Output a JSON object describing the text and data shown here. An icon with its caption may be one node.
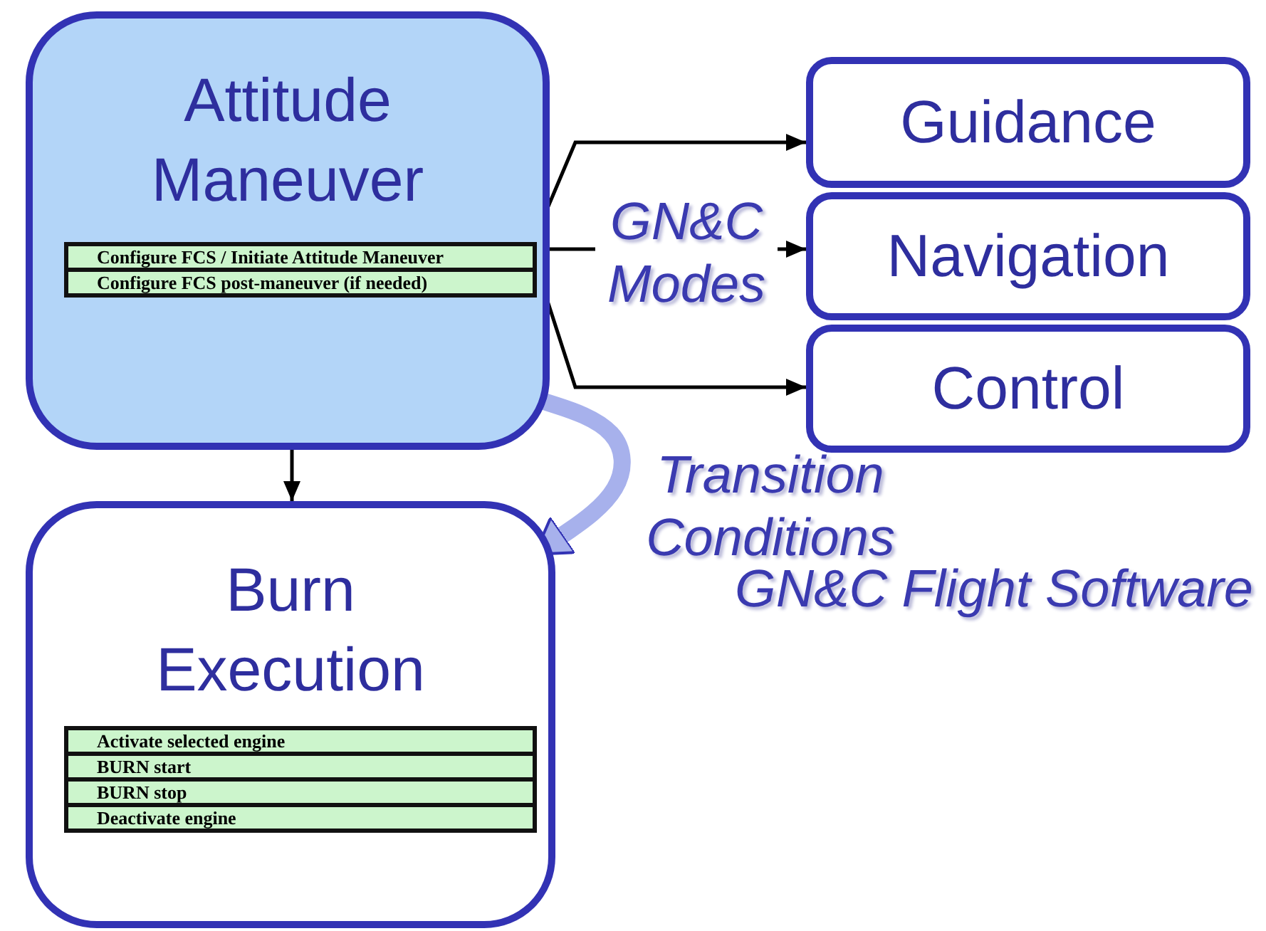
{
  "diagram": {
    "nodes": [
      {
        "text": [
          "Attitude Maneuver"
        ]
      },
      {
        "text": [
          "Configure FCS / Initiate Attitude Maneuver"
        ],
        "in": 0
      },
      {
        "text": [
          "Configure FCS post-maneuver (if needed)"
        ],
        "in": 0
      },
      {
        "text": [
          "Burn Execution"
        ]
      },
      {
        "text": [
          "Activate selected engine"
        ],
        "in": 3
      },
      {
        "text": [
          "BURN start"
        ],
        "in": 3
      },
      {
        "text": [
          "BURN stop"
        ],
        "in": 3
      },
      {
        "text": [
          "Deactivate engine"
        ],
        "in": 3
      },
      {
        "text": [
          "Guidance"
        ]
      },
      {
        "text": [
          "Navigation"
        ]
      },
      {
        "text": [
          "Control"
        ]
      }
    ],
    "edges": [
      {
        "from": 0,
        "to": 3,
        "arrow": "to"
      },
      {
        "from": 0,
        "to": 3,
        "arrow": "to",
        "label": "Transition Conditions",
        "style": "thick",
        "color": "#a7b1ec"
      },
      {
        "from": 1,
        "to": 8,
        "arrow": "to"
      },
      {
        "from": 1,
        "to": 9,
        "arrow": "to",
        "label": "GN&C Modes"
      },
      {
        "from": 1,
        "to": 10,
        "arrow": "to"
      }
    ],
    "labels": [
      "GN&C Flight Software"
    ]
  }
}
